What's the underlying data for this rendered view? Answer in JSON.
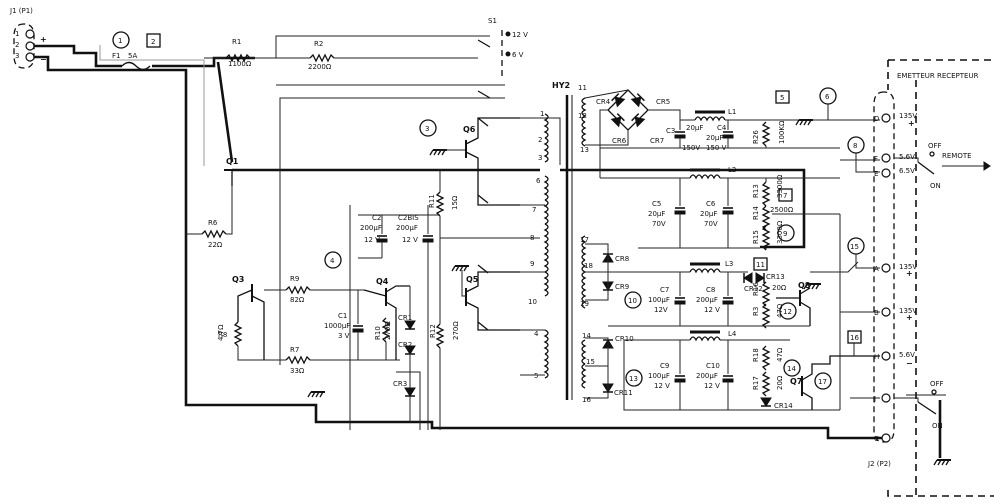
{
  "connector_j1": "J1 (P1)",
  "connector_j2": "J2 (P2)",
  "j1_pins": [
    "1",
    "2",
    "3"
  ],
  "j1_polarity": [
    "+",
    "−"
  ],
  "switch_s1": "S1",
  "s1_positions": [
    "12 V",
    "6 V"
  ],
  "transformer": "HY2",
  "panel_label": "EMETTEUR RECEPTEUR",
  "remote_label": "REMOTE",
  "off_label": "OFF",
  "on_label": "ON",
  "j2_pins": [
    "D",
    "F",
    "E",
    "A",
    "B",
    "H",
    "J",
    "C"
  ],
  "j2_voltages": [
    "135V",
    "5.6V",
    "6.5V",
    "135V",
    "135V",
    "5.6V"
  ],
  "circled_refs": [
    "1",
    "3",
    "4",
    "6",
    "8",
    "9",
    "10",
    "12",
    "13",
    "14",
    "15",
    "17"
  ],
  "boxed_refs": [
    "2",
    "5",
    "7",
    "11",
    "16"
  ],
  "winding_numbers": [
    "1",
    "2",
    "3",
    "4",
    "5",
    "6",
    "7",
    "8",
    "9",
    "10",
    "11",
    "12",
    "13",
    "14",
    "15",
    "16",
    "17",
    "18",
    "19"
  ],
  "resistors": {
    "r1": "R1",
    "r1_val": "1100Ω",
    "r2": "R2",
    "r2_val": "2200Ω",
    "r3": "R3",
    "r3_val": "47Ω",
    "r6": "R6",
    "r6_val": "22Ω",
    "r7": "R7",
    "r7_val": "33Ω",
    "r8": "R8",
    "r8_val": "4.7Ω",
    "r9": "R9",
    "r9_val": "82Ω",
    "r10": "R10",
    "r10_val": "270Ω",
    "r11": "R11",
    "r11_val": "15Ω",
    "r12": "R12",
    "r12_val": "270Ω",
    "r13": "R13",
    "r13_val": "3300Ω",
    "r14": "R14",
    "r14_val": "2500Ω",
    "r15": "R15",
    "r15_val": "3300Ω",
    "r16": "R16",
    "r16_val": "20Ω",
    "r17": "R17",
    "r17_val": "20Ω",
    "r18": "R18",
    "r18_val": "47Ω",
    "r26": "R26",
    "r26_val": "100KΩ"
  },
  "capacitors": {
    "c1": "C1",
    "c1_val": [
      "1000µF",
      "3 V"
    ],
    "c2": "C2",
    "c2_val": [
      "200µF",
      "12 V"
    ],
    "c2bis": "C2BIS",
    "c2bis_val": [
      "200µF",
      "12 V"
    ],
    "c3": "C3",
    "c3_val": [
      "20µF",
      "150V"
    ],
    "c4": "C4",
    "c4_val": [
      "20µF",
      "150 V"
    ],
    "c5": "C5",
    "c5_val": [
      "20µF",
      "70V"
    ],
    "c6": "C6",
    "c6_val": [
      "20µF",
      "70V"
    ],
    "c7": "C7",
    "c7_val": [
      "100µF",
      "12V"
    ],
    "c8": "C8",
    "c8_val": [
      "200µF",
      "12 V"
    ],
    "c9": "C9",
    "c9_val": [
      "100µF",
      "12 V"
    ],
    "c10": "C10",
    "c10_val": [
      "200µF",
      "12 V"
    ]
  },
  "transistors": [
    "Q1",
    "Q3",
    "Q4",
    "Q5",
    "Q6",
    "Q7",
    "Q8"
  ],
  "diodes": [
    "CR1",
    "CR2",
    "CR3",
    "CR4",
    "CR5",
    "CR6",
    "CR7",
    "CR8",
    "CR9",
    "CR10",
    "CR11",
    "CR12",
    "CR13",
    "CR14"
  ],
  "inductors": [
    "L1",
    "L2",
    "L3",
    "L4"
  ],
  "fuse": "F1",
  "fuse_val": "5A"
}
